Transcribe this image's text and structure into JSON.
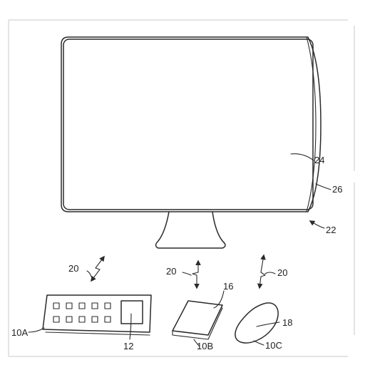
{
  "labels": {
    "keyboard": "10A",
    "keyboard_pad": "12",
    "tablet": "10B",
    "tablet_surface": "16",
    "mouse": "10C",
    "mouse_surface": "18",
    "wireless_left": "20",
    "wireless_center": "20",
    "wireless_right": "20",
    "display": "22",
    "screen": "24",
    "bezel": "26"
  }
}
